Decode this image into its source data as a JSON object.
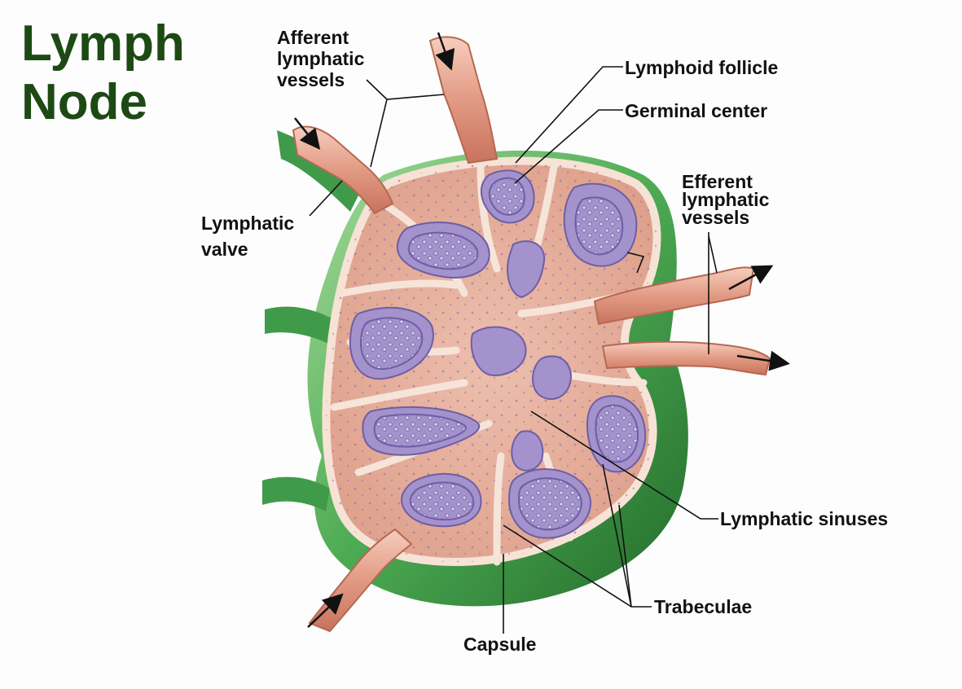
{
  "title": {
    "line1": "Lymph",
    "line2": "Node"
  },
  "labels": {
    "afferent": {
      "line1": "Afferent",
      "line2": "lymphatic",
      "line3": "vessels"
    },
    "lymphoid_follicle": "Lymphoid follicle",
    "germinal_center": "Germinal center",
    "efferent": {
      "line1": "Efferent",
      "line2": "lymphatic",
      "line3": "vessels"
    },
    "lymphatic_valve": {
      "line1": "Lymphatic",
      "line2": "valve"
    },
    "lymphatic_sinuses": "Lymphatic sinuses",
    "trabeculae": "Trabeculae",
    "capsule": "Capsule"
  },
  "colors": {
    "title": "#1d4a14",
    "capsule_green": "#3f9b4a",
    "capsule_light": "#8fd08a",
    "tissue_pink": "#e8b3a0",
    "vessel_pink": "#e9a992",
    "follicle_purple": "#9b8ac4",
    "trabecula": "#f4dccf"
  }
}
